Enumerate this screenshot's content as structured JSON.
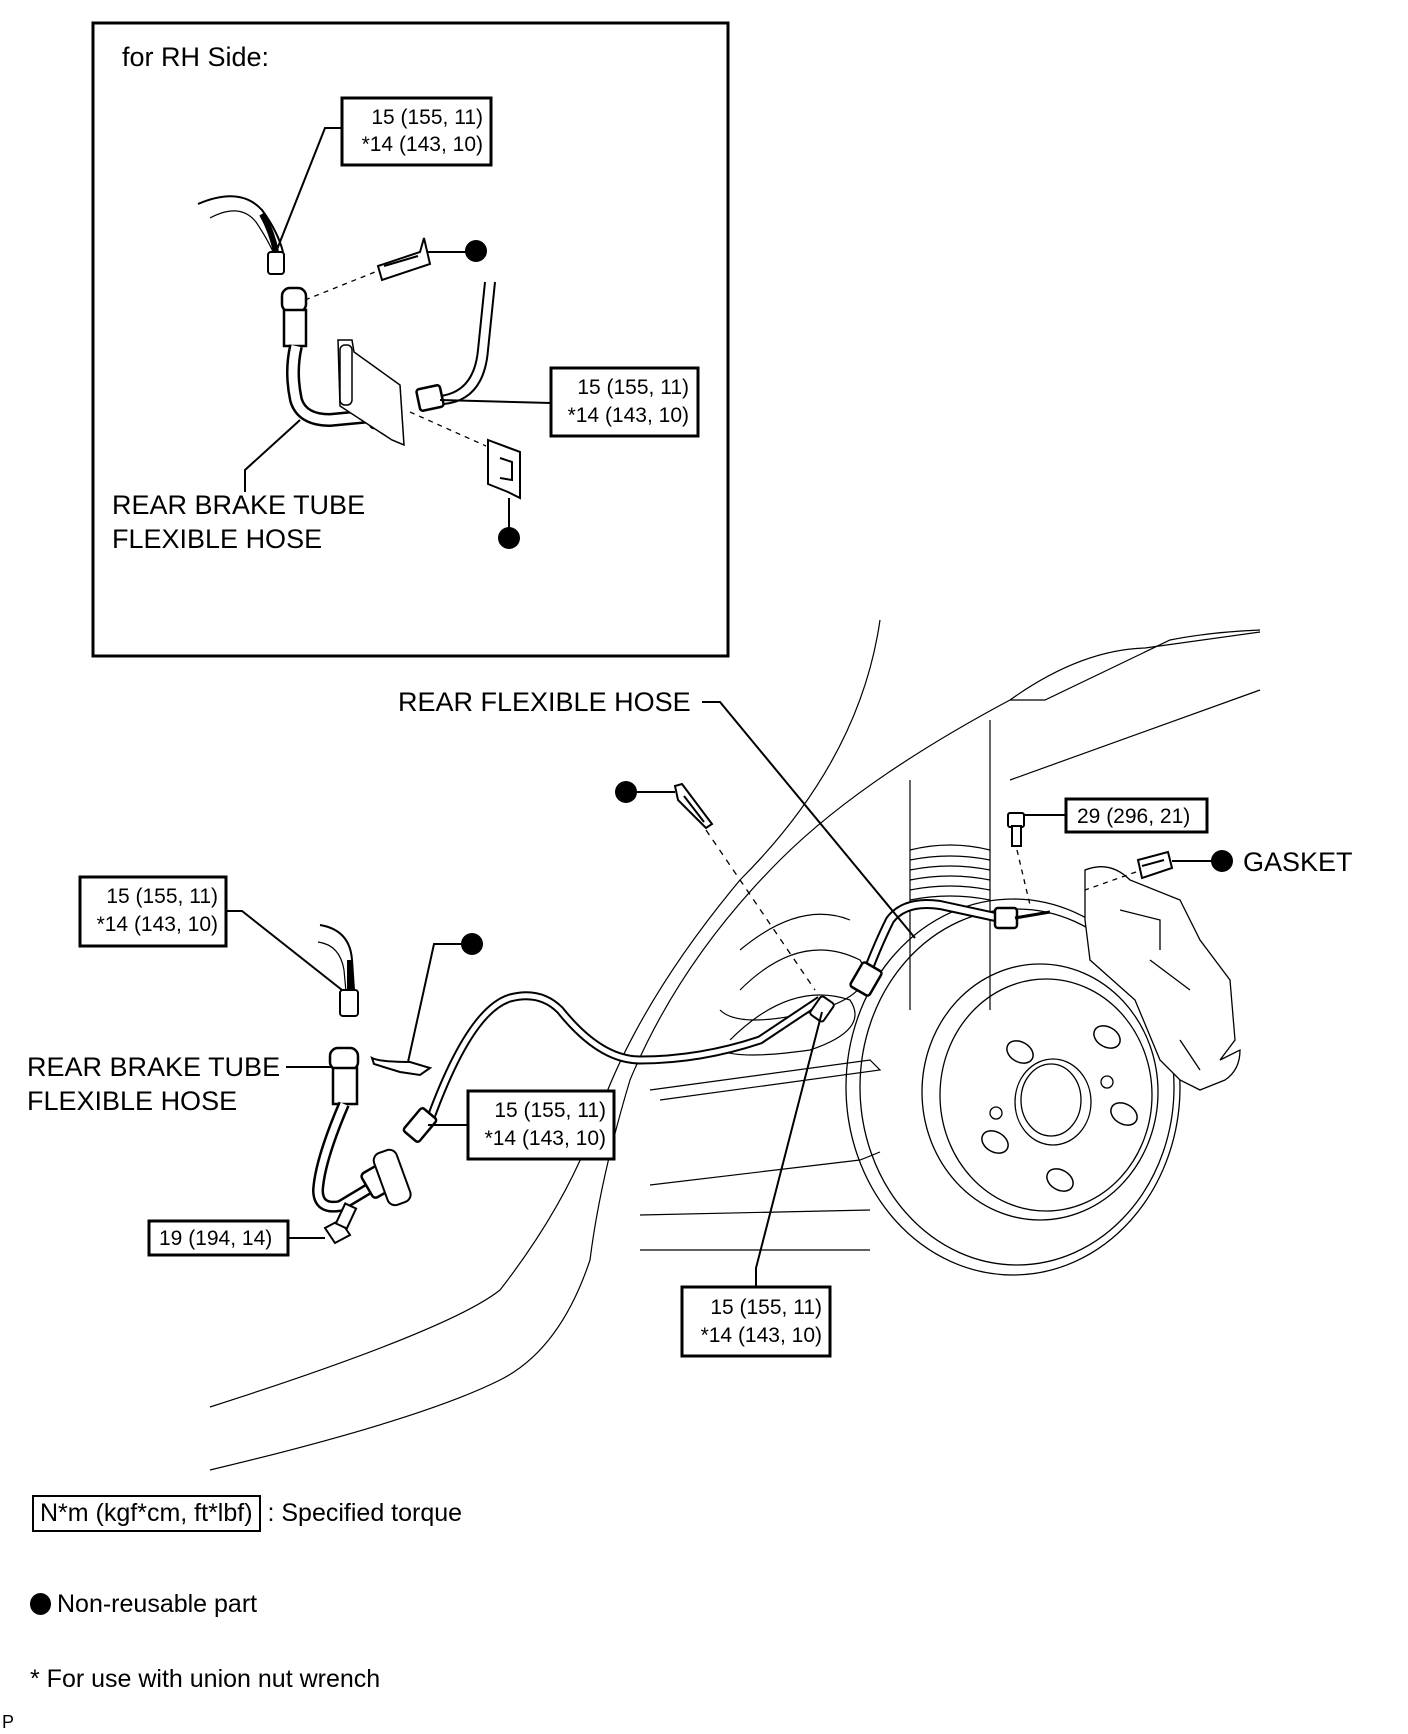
{
  "inset": {
    "title": "for RH Side:",
    "hose_label": [
      "REAR BRAKE TUBE",
      "FLEXIBLE HOSE"
    ],
    "torque_callouts": [
      {
        "line1": "15 (155, 11)",
        "line2": "*14 (143, 10)"
      },
      {
        "line1": "15 (155, 11)",
        "line2": "*14 (143, 10)"
      }
    ]
  },
  "main": {
    "rear_flexible_hose_label": "REAR FLEXIBLE HOSE",
    "gasket_label": "GASKET",
    "hose_label": [
      "REAR BRAKE TUBE",
      "FLEXIBLE HOSE"
    ],
    "torque_callouts": {
      "upper_left": {
        "line1": "15 (155, 11)",
        "line2": "*14 (143, 10)"
      },
      "middle": {
        "line1": "15 (155, 11)",
        "line2": "*14 (143, 10)"
      },
      "bottom": {
        "line1": "15 (155, 11)",
        "line2": "*14 (143, 10)"
      },
      "bolt_left": "19 (194, 14)",
      "bolt_caliper": "29 (296, 21)"
    }
  },
  "legend": {
    "torque_unit": "N*m (kgf*cm, ft*lbf)",
    "torque_desc": ": Specified torque",
    "non_reusable": "Non-reusable part",
    "footnote": "* For use with union nut wrench",
    "corner_mark": "P"
  }
}
